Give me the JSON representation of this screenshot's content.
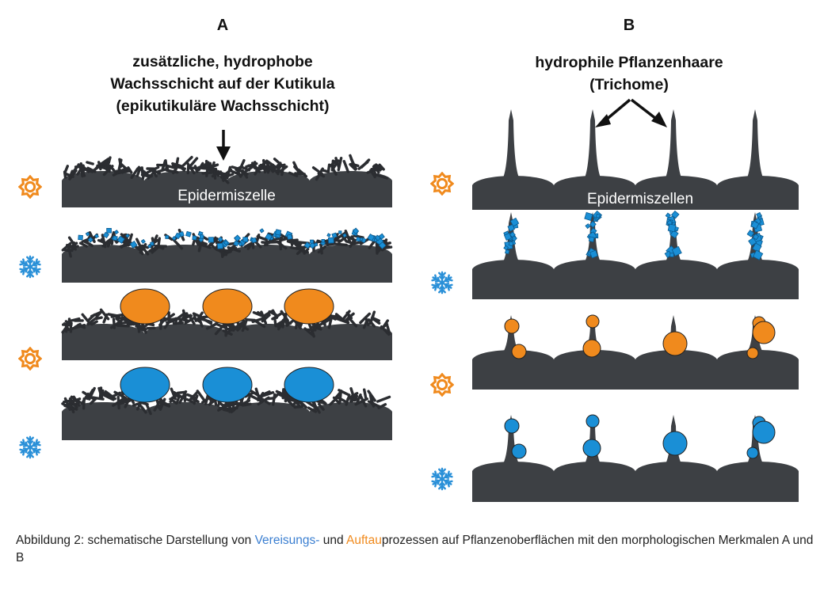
{
  "panel_a": {
    "letter": "A",
    "title_lines": [
      "zusätzliche, hydrophobe",
      "Wachsschicht auf der Kutikula",
      "(epikutikuläre Wachsschicht)"
    ],
    "cell_label": "Epidermiszelle",
    "rows": [
      "sun",
      "snowflake",
      "sun",
      "snowflake"
    ]
  },
  "panel_b": {
    "letter": "B",
    "title_lines": [
      "hydrophile Pflanzenhaare",
      "(Trichome)"
    ],
    "cell_label": "Epidermiszellen",
    "rows": [
      "sun",
      "snowflake",
      "sun",
      "snowflake"
    ]
  },
  "caption": {
    "prefix": "Abbildung 2: schematische Darstellung von ",
    "freeze_word": "Vereisungs-",
    "middle": " und ",
    "thaw_word": "Auftau",
    "suffix": "prozessen auf Pflanzenoberflächen mit den morphologischen Merkmalen A und B"
  },
  "colors": {
    "cell": "#3d4044",
    "wax": "#2b2d31",
    "ice": "#1a8fd6",
    "water": "#f08a1d",
    "sun": "#f08a1d",
    "snowflake": "#2a90d8",
    "freeze_text": "#3b7fd1",
    "thaw_text": "#f08a1d"
  }
}
